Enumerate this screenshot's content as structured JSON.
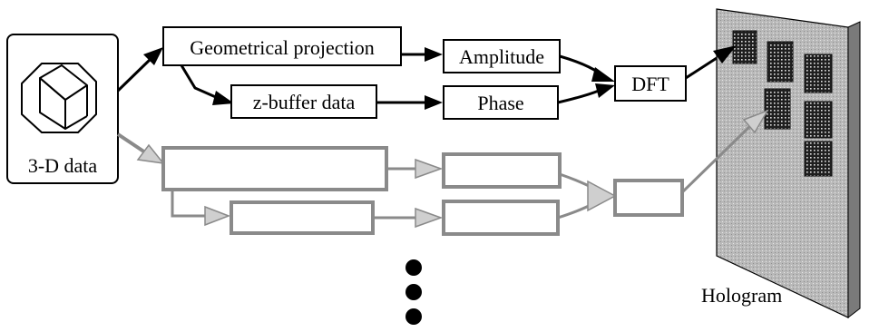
{
  "input": {
    "label": "3-D data",
    "icon": "cube-icon"
  },
  "row1": {
    "geometrical_projection": "Geometrical projection",
    "z_buffer": "z-buffer data",
    "amplitude": "Amplitude",
    "phase": "Phase",
    "dft": "DFT"
  },
  "output": {
    "label": "Hologram"
  },
  "colors": {
    "stroke": "#000000",
    "faded": "#8a8a8a",
    "faded_fill": "#cfcfcf",
    "hologram": "#b8b8b8",
    "tile_dark": "#303030"
  }
}
